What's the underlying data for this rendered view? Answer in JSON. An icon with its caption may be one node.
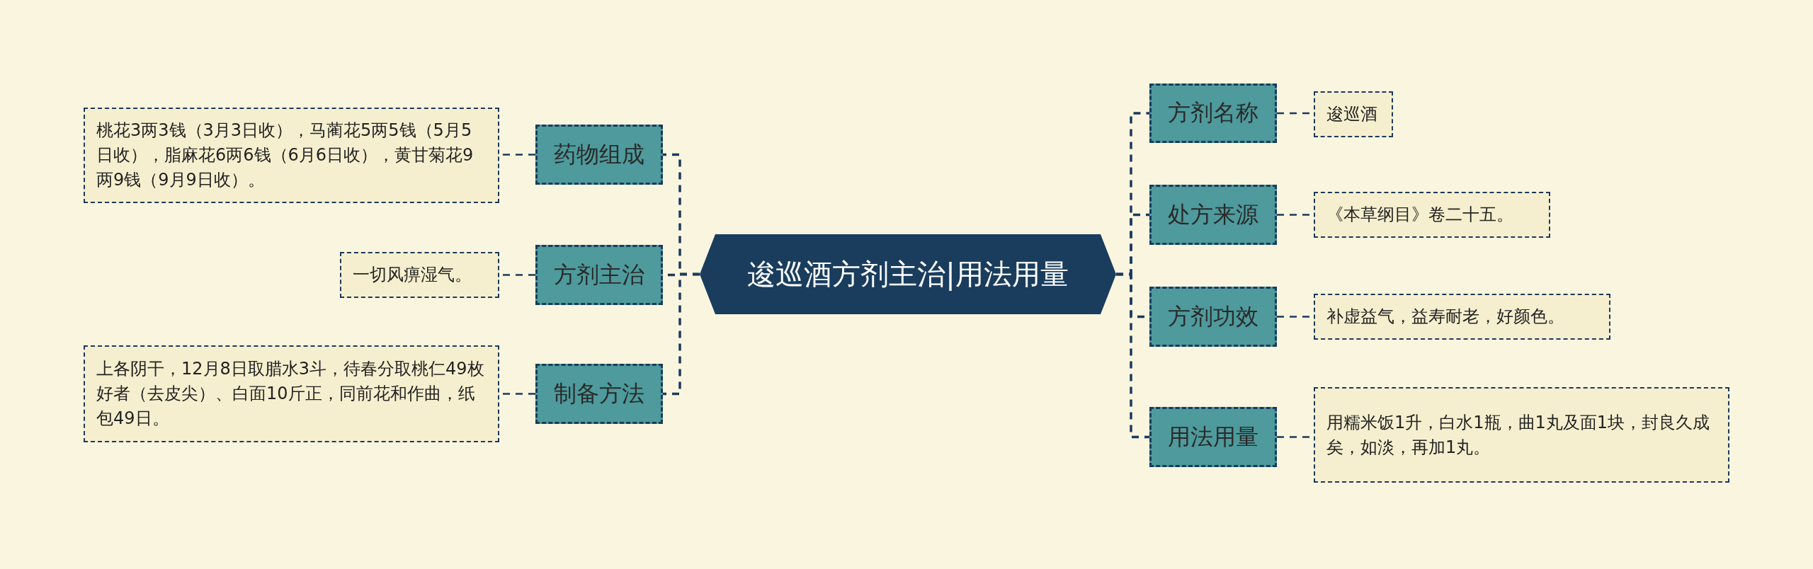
{
  "diagram": {
    "nodes": [
      {
        "text": [
          "逡巡酒方剂主治|用法用量"
        ]
      },
      {
        "text": [
          "药物组成"
        ]
      },
      {
        "text": [
          "桃花3两3钱（3月3日收），马蔺花5两5钱（5月5日收），脂麻花6两6钱（6月6日收），黄甘菊花9两9钱（9月9日收）。"
        ]
      },
      {
        "text": [
          "方剂主治"
        ]
      },
      {
        "text": [
          "一切风痹湿气。"
        ]
      },
      {
        "text": [
          "制备方法"
        ]
      },
      {
        "text": [
          "上各阴干，12月8日取腊水3斗，待春分取桃仁49枚好者（去皮尖）、白面10斤正，同前花和作曲，纸包49日。"
        ]
      },
      {
        "text": [
          "方剂名称"
        ]
      },
      {
        "text": [
          "逡巡酒"
        ]
      },
      {
        "text": [
          "处方来源"
        ]
      },
      {
        "text": [
          "《本草纲目》卷二十五。"
        ]
      },
      {
        "text": [
          "方剂功效"
        ]
      },
      {
        "text": [
          "补虚益气，益寿耐老，好颜色。"
        ]
      },
      {
        "text": [
          "用法用量"
        ]
      },
      {
        "text": [
          "用糯米饭1升，白水1瓶，曲1丸及面1块，封良久成矣，如淡，再加1丸。"
        ]
      }
    ],
    "edges": [
      {
        "from": 0,
        "to": 1,
        "arrow": "none"
      },
      {
        "from": 1,
        "to": 2,
        "arrow": "none"
      },
      {
        "from": 0,
        "to": 3,
        "arrow": "none"
      },
      {
        "from": 3,
        "to": 4,
        "arrow": "none"
      },
      {
        "from": 0,
        "to": 5,
        "arrow": "none"
      },
      {
        "from": 5,
        "to": 6,
        "arrow": "none"
      },
      {
        "from": 0,
        "to": 7,
        "arrow": "none"
      },
      {
        "from": 7,
        "to": 8,
        "arrow": "none"
      },
      {
        "from": 0,
        "to": 9,
        "arrow": "none"
      },
      {
        "from": 9,
        "to": 10,
        "arrow": "none"
      },
      {
        "from": 0,
        "to": 11,
        "arrow": "none"
      },
      {
        "from": 11,
        "to": 12,
        "arrow": "none"
      },
      {
        "from": 0,
        "to": 13,
        "arrow": "none"
      },
      {
        "from": 13,
        "to": 14,
        "arrow": "none"
      }
    ]
  }
}
